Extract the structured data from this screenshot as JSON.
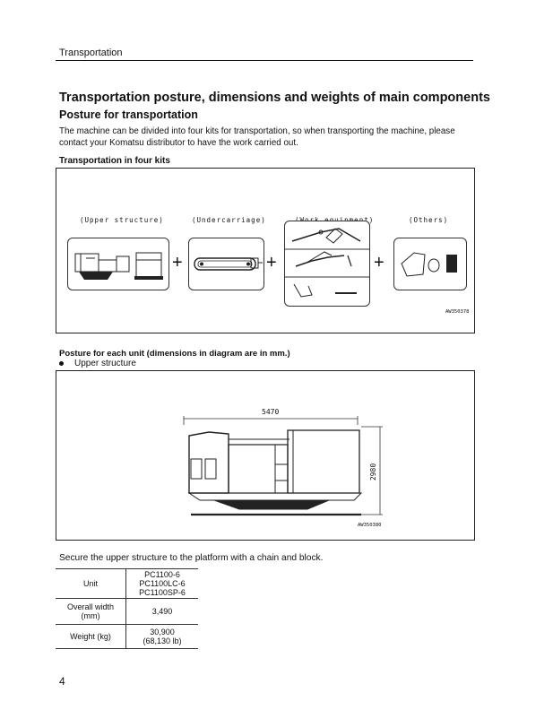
{
  "header": {
    "section": "Transportation"
  },
  "title": "Transportation posture, dimensions and weights of main components",
  "subtitle": "Posture for transportation",
  "intro_text": "The machine can be divided into four kits for transportation, so when transporting the machine, please contact your Komatsu distributor to have the work carried out.",
  "kits": {
    "heading": "Transportation in four kits",
    "labels": [
      "(Upper structure)",
      "(Undercarriage)",
      "(Work equipment)",
      "(Others)"
    ],
    "plus_sign": "+",
    "figure_code": "AW350378"
  },
  "posture": {
    "heading": "Posture for each unit (dimensions in diagram are in mm.)",
    "bullet": "Upper structure",
    "length_dim": "5470",
    "height_dim": "2980",
    "figure_code": "AW350380"
  },
  "note": "Secure the upper structure to the platform with a chain and block.",
  "spec_table": {
    "rows": [
      {
        "label": "Unit",
        "values": [
          "PC1100-6",
          "PC1100LC-6",
          "PC1100SP-6"
        ]
      },
      {
        "label_lines": [
          "Overall width",
          "(mm)"
        ],
        "values": [
          "3,490"
        ]
      },
      {
        "label": "Weight (kg)",
        "values": [
          "30,900",
          "(68,130 lb)"
        ]
      }
    ]
  },
  "page_number": "4"
}
